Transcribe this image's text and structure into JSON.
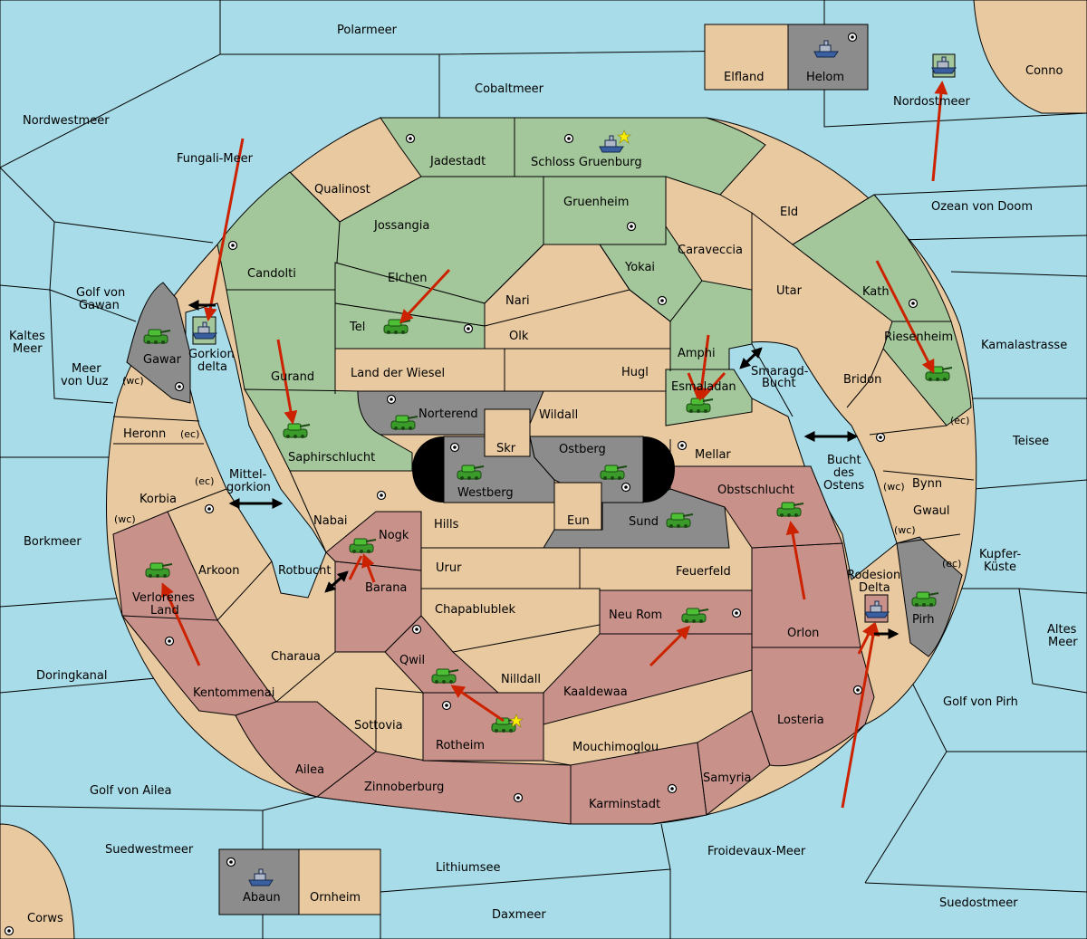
{
  "colors": {
    "sea": "#a8dce8",
    "neutral": "#e8c9a0",
    "green_power": "#a3c79a",
    "red_power": "#c8918a",
    "grey_power": "#8c8c8c",
    "order_arrow": "#cc2200"
  },
  "labels": {
    "polarmeer": "Polarmeer",
    "cobaltmeer": "Cobaltmeer",
    "nordwestmeer": "Nordwestmeer",
    "fungali_meer": "Fungali-Meer",
    "elfland": "Elfland",
    "helom": "Helom",
    "conno": "Conno",
    "nordostmeer": "Nordostmeer",
    "ozean_von_doom": "Ozean von Doom",
    "jadestadt": "Jadestadt",
    "schloss_gruenburg": "Schloss Gruenburg",
    "qualinost": "Qualinost",
    "jossangia": "Jossangia",
    "gruenheim": "Gruenheim",
    "eld": "Eld",
    "candolti": "Candolti",
    "caraveccia": "Caraveccia",
    "elchen": "Elchen",
    "yokai": "Yokai",
    "utar": "Utar",
    "kath": "Kath",
    "golf_von_gawan_1": "Golf von",
    "golf_von_gawan_2": "Gawan",
    "nari": "Nari",
    "tel": "Tel",
    "olk": "Olk",
    "amphi": "Amphi",
    "riesenheim": "Riesenheim",
    "kamalastrasse": "Kamalastrasse",
    "kaltes_meer_1": "Kaltes",
    "kaltes_meer_2": "Meer",
    "gawar": "Gawar",
    "gorkion_delta_1": "Gorkion",
    "gorkion_delta_2": "delta",
    "gurand": "Gurand",
    "land_der_wiesel": "Land der Wiesel",
    "hugl": "Hugl",
    "smaragd_bucht_1": "Smaragd-",
    "smaragd_bucht_2": "Bucht",
    "bridon": "Bridon",
    "meer_von_uuz_1": "Meer",
    "meer_von_uuz_2": "von Uuz",
    "wc": "(wc)",
    "ec": "(ec)",
    "esmaladan": "Esmaladan",
    "heronn": "Heronn",
    "norterend": "Norterend",
    "wildall": "Wildall",
    "teisee": "Teisee",
    "skr": "Skr",
    "ostberg": "Ostberg",
    "mellar": "Mellar",
    "saphirschlucht": "Saphirschlucht",
    "bucht_des_ostens_1": "Bucht",
    "bucht_des_ostens_2": "des",
    "bucht_des_ostens_3": "Ostens",
    "mittelgorkion_1": "Mittel-",
    "mittelgorkion_2": "gorkion",
    "korbia": "Korbia",
    "westberg": "Westberg",
    "obstschlucht": "Obstschlucht",
    "bynn": "Bynn",
    "nabai": "Nabai",
    "hills": "Hills",
    "eun": "Eun",
    "sund": "Sund",
    "gwaul": "Gwaul",
    "borkmeer": "Borkmeer",
    "nogk": "Nogk",
    "kupfer_kueste_1": "Kupfer-",
    "kupfer_kueste_2": "Küste",
    "arkoon": "Arkoon",
    "rotbucht": "Rotbucht",
    "urur": "Urur",
    "feuerfeld": "Feuerfeld",
    "rodesion_delta_1": "Rodesion",
    "rodesion_delta_2": "Delta",
    "verlorenes_land_1": "Verlorenes",
    "verlorenes_land_2": "Land",
    "barana": "Barana",
    "chapablublek": "Chapablublek",
    "neu_rom": "Neu Rom",
    "orlon": "Orlon",
    "pirh": "Pirh",
    "altes_meer_1": "Altes",
    "altes_meer_2": "Meer",
    "charaua": "Charaua",
    "qwil": "Qwil",
    "doringkanal": "Doringkanal",
    "nilldall": "Nilldall",
    "kaaldewaa": "Kaaldewaa",
    "kentommenai": "Kentommenai",
    "golf_von_pirh": "Golf von Pirh",
    "losteria": "Losteria",
    "sottovia": "Sottovia",
    "rotheim": "Rotheim",
    "mouchimoglou": "Mouchimoglou",
    "ailea": "Ailea",
    "samyria": "Samyria",
    "golf_von_ailea": "Golf von Ailea",
    "zinnoberburg": "Zinnoberburg",
    "karminstadt": "Karminstadt",
    "suedwestmeer": "Suedwestmeer",
    "froidevaux_meer": "Froidevaux-Meer",
    "lithiumsee": "Lithiumsee",
    "abaun": "Abaun",
    "ornheim": "Ornheim",
    "suedostmeer": "Suedostmeer",
    "daxmeer": "Daxmeer",
    "corws": "Corws"
  }
}
